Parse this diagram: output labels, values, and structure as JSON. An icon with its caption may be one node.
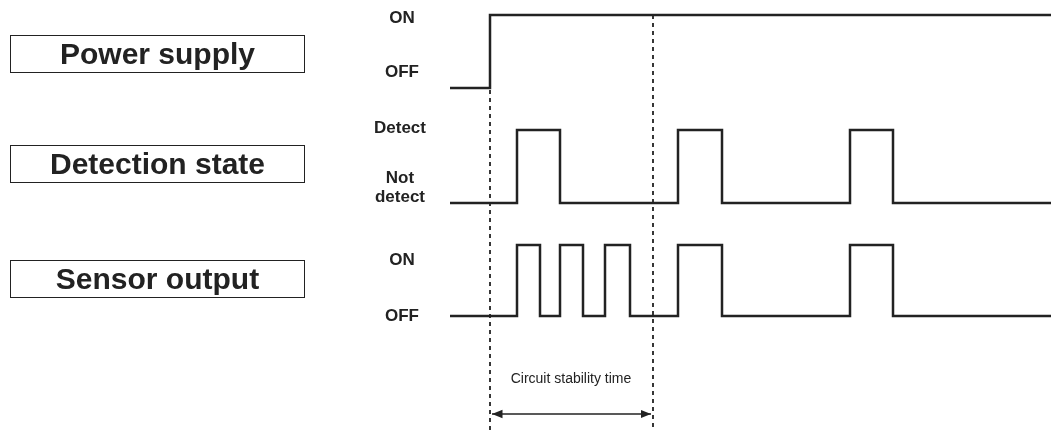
{
  "diagram": {
    "nodes": [
      {
        "text": [
          "Power supply"
        ]
      },
      {
        "text": [
          "Detection state"
        ]
      },
      {
        "text": [
          "Sensor output"
        ]
      }
    ],
    "labels": [
      "ON",
      "OFF",
      "Detect",
      "Not detect",
      "ON",
      "OFF",
      "Circuit stability time"
    ]
  }
}
